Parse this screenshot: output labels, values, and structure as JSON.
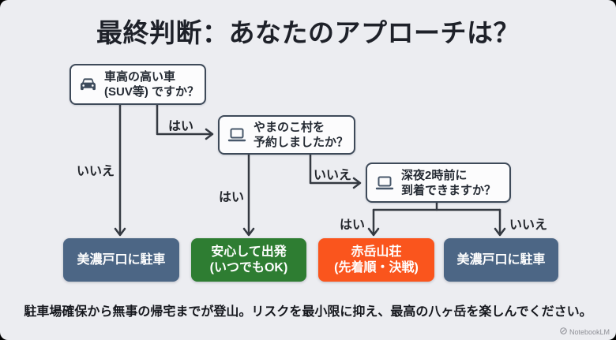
{
  "title": "最終判断：あなたのアプローチは？",
  "footer": "駐車場確保から無事の帰宅までが登山。リスクを最小限に抑え、最高の八ヶ岳を楽しんでください。",
  "watermark": "NotebookLM",
  "flowchart": {
    "questions": [
      {
        "icon": "car-icon",
        "line1": "車高の高い車",
        "line2": "(SUV等) ですか？"
      },
      {
        "icon": "laptop-icon",
        "line1": "やまのこ村を",
        "line2": "予約しましたか？"
      },
      {
        "icon": "laptop-icon",
        "line1": "深夜2時前に",
        "line2": "到着できますか？"
      }
    ],
    "edges": [
      {
        "from": "q1",
        "to": "r1",
        "label": "いいえ"
      },
      {
        "from": "q1",
        "to": "q2",
        "label": "はい"
      },
      {
        "from": "q2",
        "to": "r2",
        "label": "はい"
      },
      {
        "from": "q2",
        "to": "q3",
        "label": "いいえ"
      },
      {
        "from": "q3",
        "to": "r3",
        "label": "はい"
      },
      {
        "from": "q3",
        "to": "r4",
        "label": "いいえ"
      }
    ],
    "results": [
      {
        "line1": "美濃戸口に駐車",
        "line2": "",
        "color": "#4c6685"
      },
      {
        "line1": "安心して出発",
        "line2": "(いつでもOK)",
        "color": "#2e7d32"
      },
      {
        "line1": "赤岳山荘",
        "line2": "(先着順・決戦)",
        "color": "#fa551d"
      },
      {
        "line1": "美濃戸口に駐車",
        "line2": "",
        "color": "#4c6685"
      }
    ]
  },
  "colors": {
    "background": "#ecedf1",
    "question_border": "#3e4a59",
    "arrow": "#343941",
    "result_blue": "#4c6685",
    "result_green": "#2e7d32",
    "result_orange": "#fa551d"
  }
}
